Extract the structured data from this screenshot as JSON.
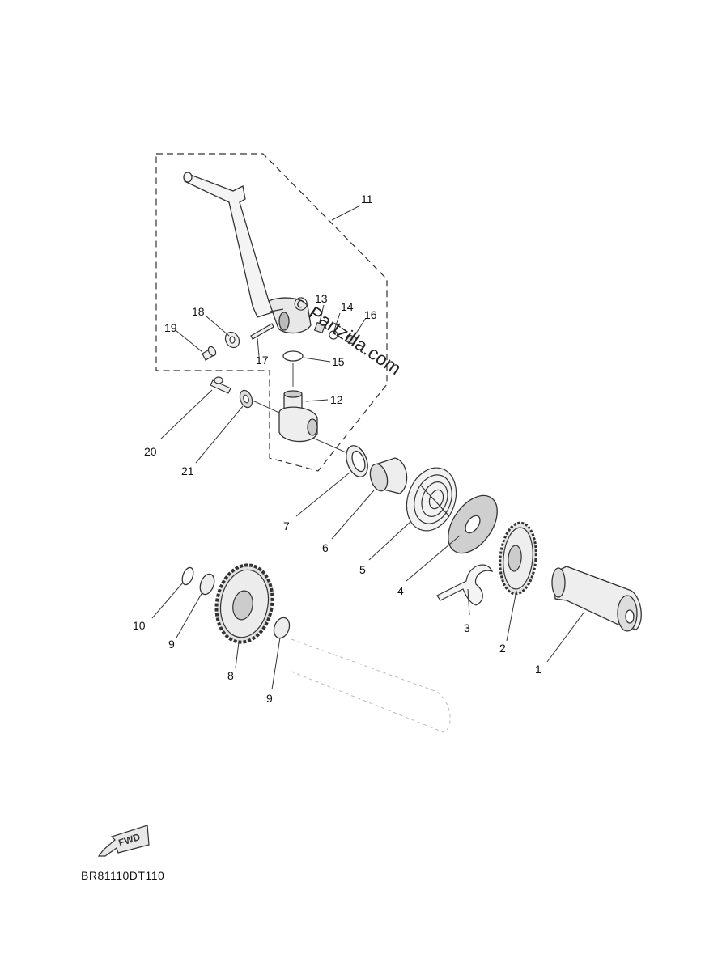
{
  "diagram": {
    "watermark": "© Partzilla.com",
    "drawing_code": "BR81110DT110",
    "fwd_label": "FWD",
    "callouts": [
      {
        "id": "1",
        "text": "1"
      },
      {
        "id": "2",
        "text": "2"
      },
      {
        "id": "3",
        "text": "3"
      },
      {
        "id": "4",
        "text": "4"
      },
      {
        "id": "5",
        "text": "5"
      },
      {
        "id": "6",
        "text": "6"
      },
      {
        "id": "7",
        "text": "7"
      },
      {
        "id": "8",
        "text": "8"
      },
      {
        "id": "9a",
        "text": "9"
      },
      {
        "id": "9b",
        "text": "9"
      },
      {
        "id": "10",
        "text": "10"
      },
      {
        "id": "11",
        "text": "11"
      },
      {
        "id": "12",
        "text": "12"
      },
      {
        "id": "13",
        "text": "13"
      },
      {
        "id": "14",
        "text": "14"
      },
      {
        "id": "16",
        "text": "16"
      },
      {
        "id": "15",
        "text": "15"
      },
      {
        "id": "17",
        "text": "17"
      },
      {
        "id": "18",
        "text": "18"
      },
      {
        "id": "19",
        "text": "19"
      },
      {
        "id": "20",
        "text": "20"
      },
      {
        "id": "21",
        "text": "21"
      }
    ]
  }
}
